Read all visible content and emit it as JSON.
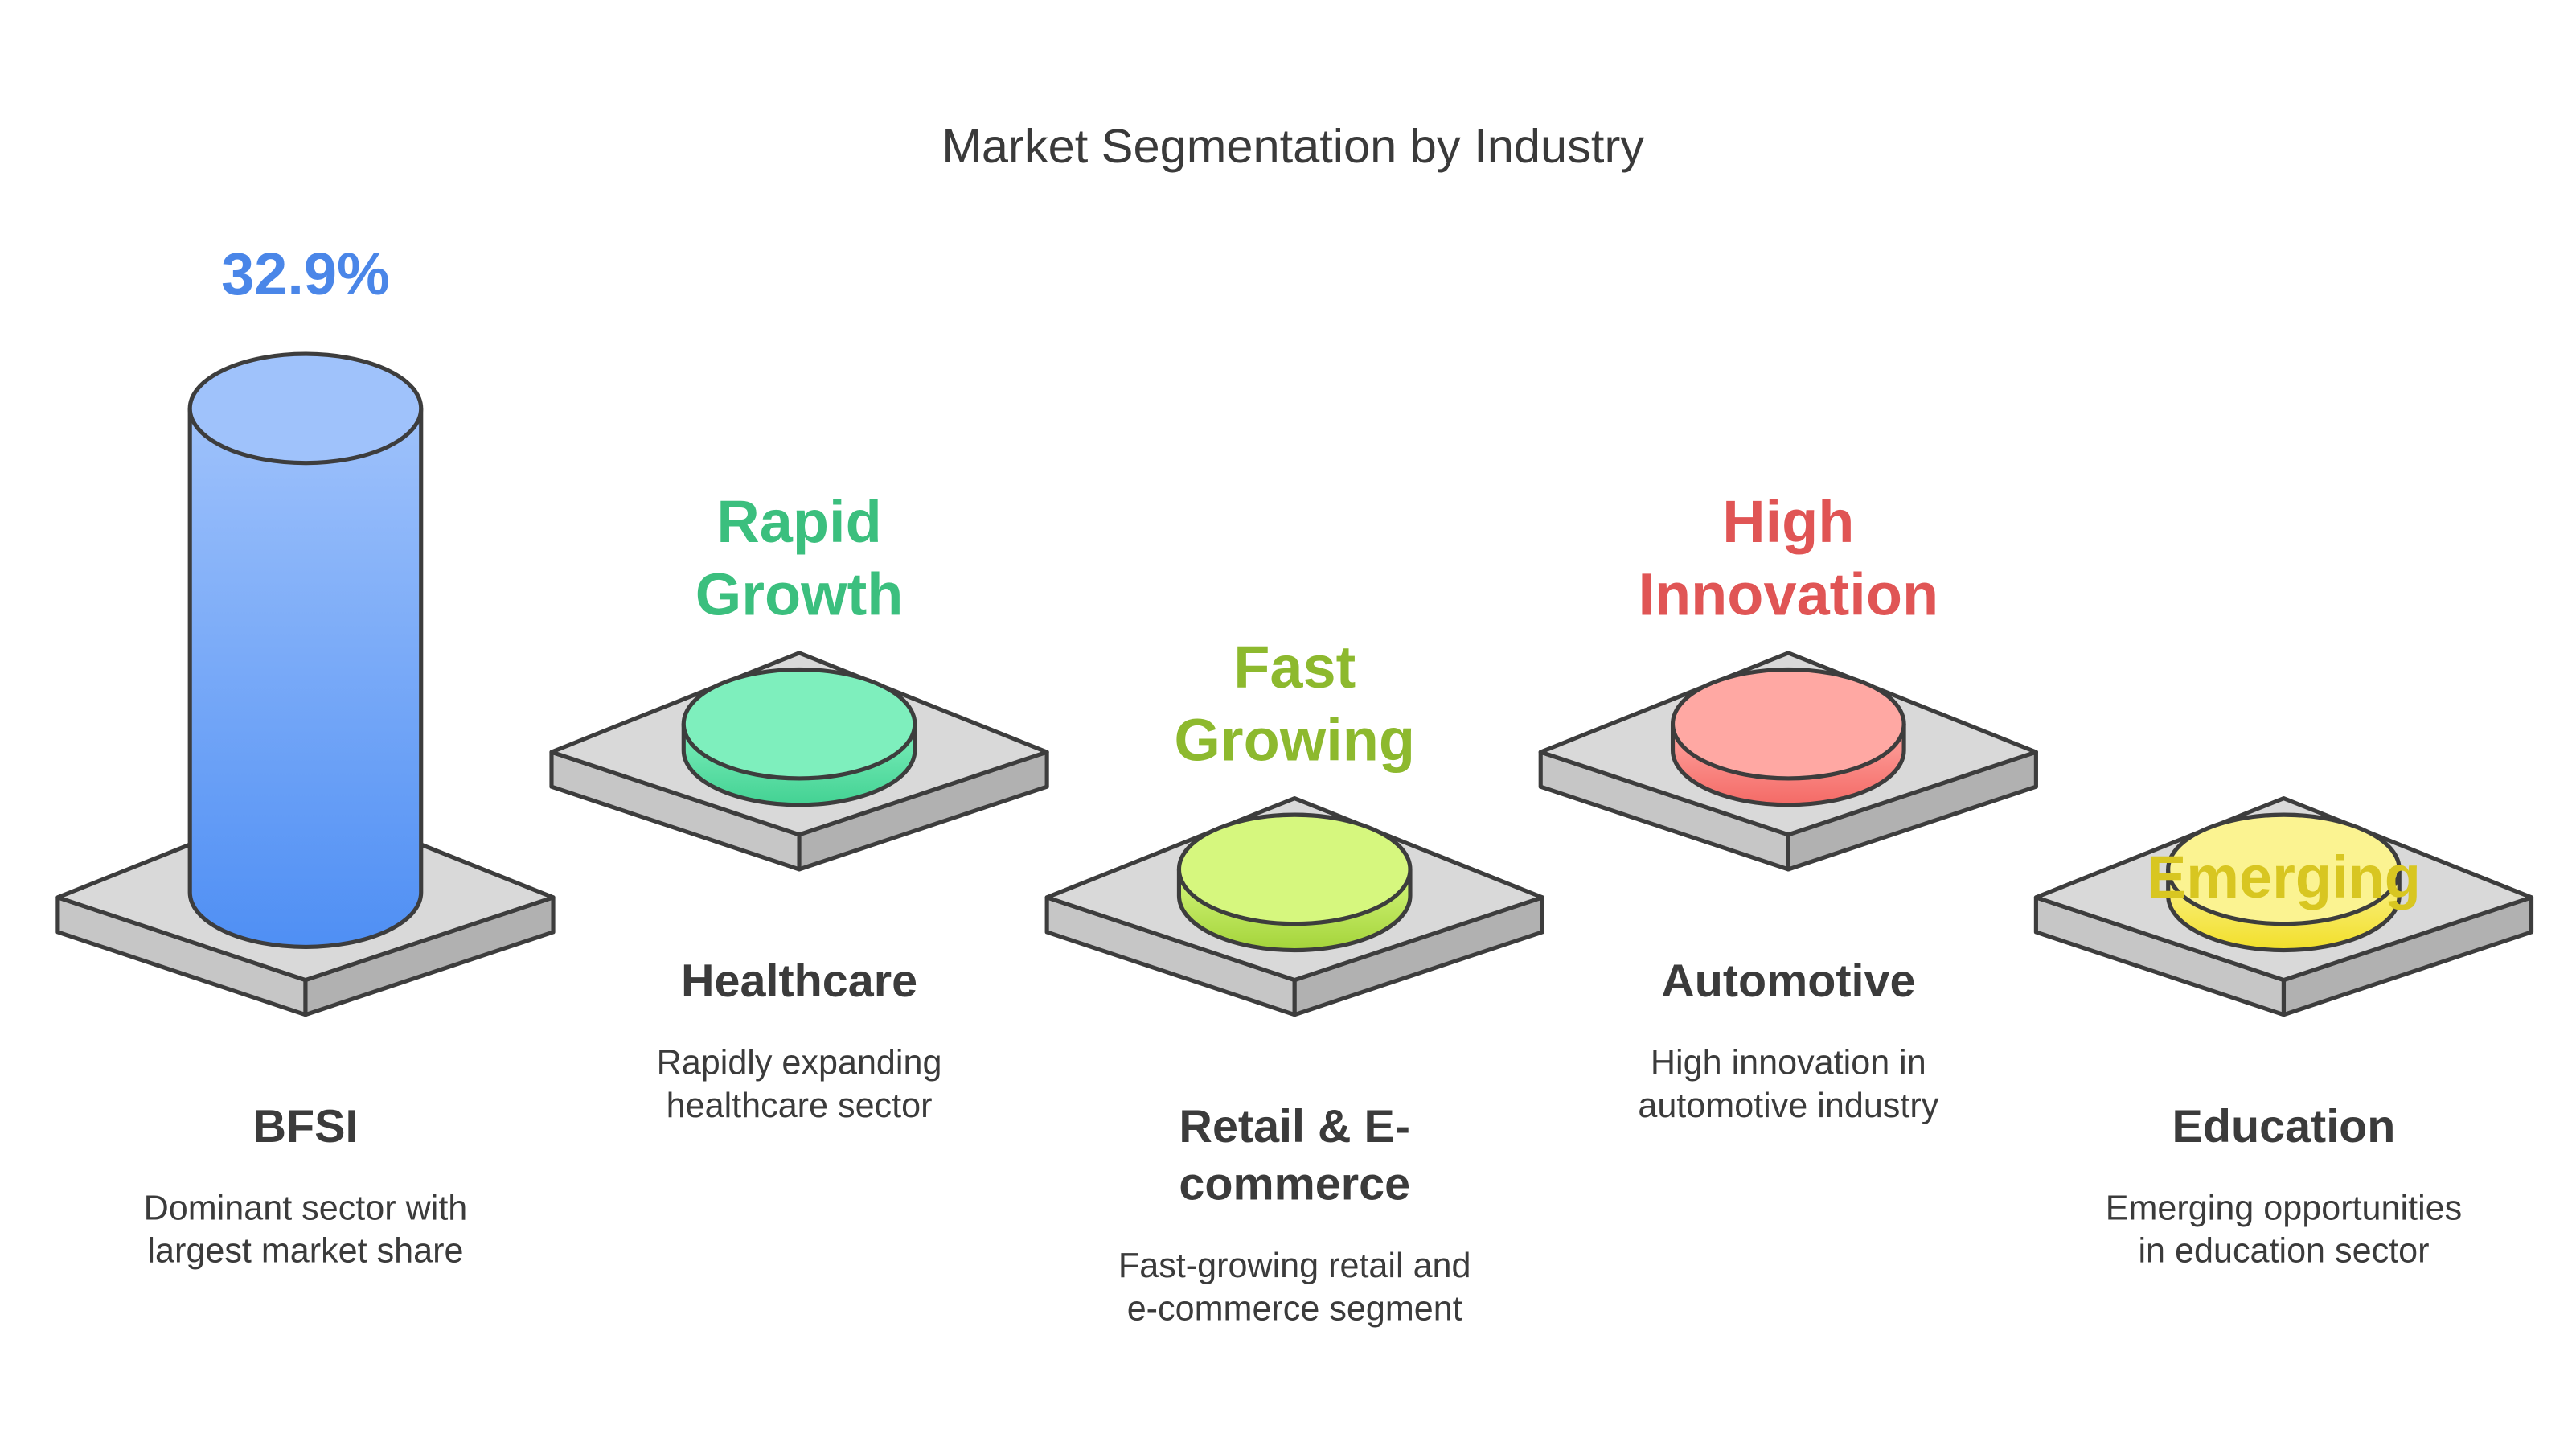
{
  "title": "Market Segmentation by Industry",
  "segments": [
    {
      "headline_lines": [
        "32.9%"
      ],
      "sector_lines": [
        "BFSI"
      ],
      "desc_lines": [
        "Dominant sector with",
        "largest market share"
      ],
      "color": "#4a86e8",
      "fill_top": "#9fc2fb",
      "fill_bottom": "#4f8ff4",
      "cylinder": "tall"
    },
    {
      "headline_lines": [
        "Rapid",
        "Growth"
      ],
      "sector_lines": [
        "Healthcare"
      ],
      "desc_lines": [
        "Rapidly expanding",
        "healthcare sector"
      ],
      "color": "#3bbf7e",
      "fill_top": "#7eefbd",
      "fill_bottom": "#43d293",
      "cylinder": "short"
    },
    {
      "headline_lines": [
        "Fast",
        "Growing"
      ],
      "sector_lines": [
        "Retail & E-",
        "commerce"
      ],
      "desc_lines": [
        "Fast-growing retail and",
        "e-commerce segment"
      ],
      "color": "#8db92e",
      "fill_top": "#d6f77e",
      "fill_bottom": "#a4d43a",
      "cylinder": "short"
    },
    {
      "headline_lines": [
        "High",
        "Innovation"
      ],
      "sector_lines": [
        "Automotive"
      ],
      "desc_lines": [
        "High innovation in",
        "automotive industry"
      ],
      "color": "#e05555",
      "fill_top": "#ffa8a3",
      "fill_bottom": "#f46a66",
      "cylinder": "short"
    },
    {
      "headline_lines": [
        "Emerging"
      ],
      "sector_lines": [
        "Education"
      ],
      "desc_lines": [
        "Emerging opportunities",
        "in education sector"
      ],
      "color": "#d8c621",
      "fill_top": "#fbf391",
      "fill_bottom": "#f2df2a",
      "cylinder": "short"
    }
  ]
}
